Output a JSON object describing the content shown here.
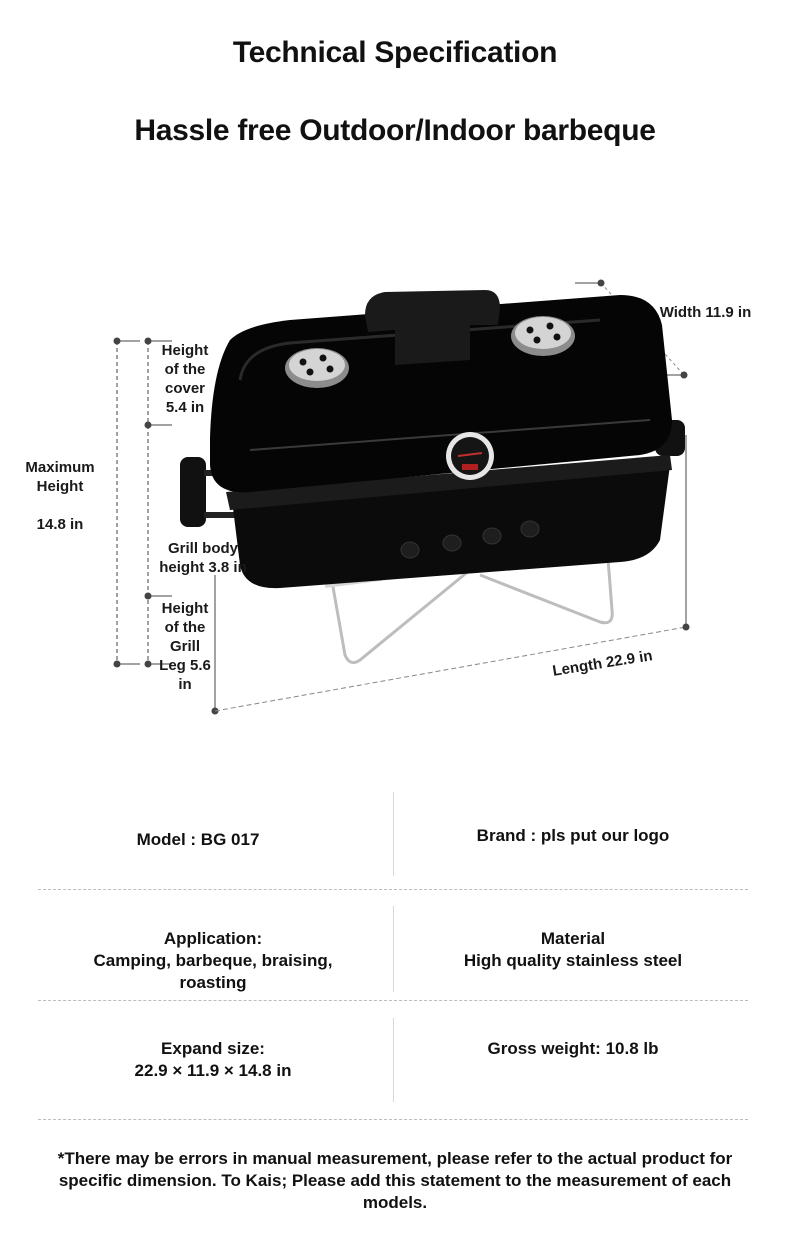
{
  "header": {
    "title": "Technical Specification",
    "subtitle": "Hassle free Outdoor/Indoor barbeque"
  },
  "diagram": {
    "product": "portable charcoal barbecue grill",
    "dimensions": {
      "max_height_label": "Maximum Height",
      "max_height_value": "14.8 in",
      "cover_height_lines": [
        "Height",
        "of the",
        "cover",
        "5.4 in"
      ],
      "body_height_lines": [
        "Grill body",
        "height 3.8 in"
      ],
      "leg_height_lines": [
        "Height",
        "of the",
        "Grill",
        "Leg 5.6",
        "in"
      ],
      "width": "Width 11.9 in",
      "length": "Length 22.9 in"
    }
  },
  "specs": {
    "model": "Model : BG 017",
    "brand": "Brand : pls put our logo",
    "application_label": "Application:",
    "application_lines": [
      "Camping, barbeque,  braising,",
      "roasting"
    ],
    "material_label": "Material",
    "material_value": "High quality stainless steel",
    "expand_label": "Expand size:",
    "expand_value": "22.9 × 11.9 × 14.8 in",
    "weight": "Gross weight: 10.8 lb"
  },
  "footnote": {
    "lines": [
      "*There may be errors in manual measurement, please refer to the actual product for",
      "specific dimension.  To Kais; Please add this statement to the measurement of each",
      "models."
    ]
  },
  "colors": {
    "grill_body": "#0b0b0b",
    "steel": "#c9c9c9",
    "dimension_line": "#444444",
    "divider": "#bdbdbd"
  }
}
